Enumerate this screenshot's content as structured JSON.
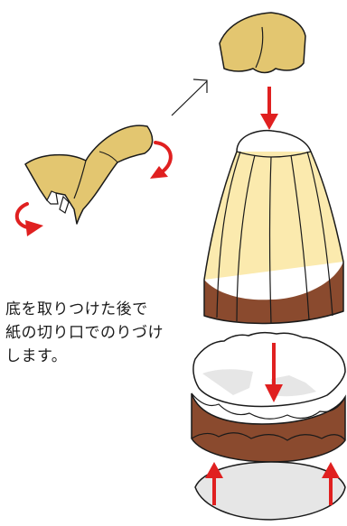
{
  "instruction": {
    "lines": [
      "底を取りつけた後で",
      "紙の切り口でのりづけ",
      "します。"
    ]
  },
  "colors": {
    "paper_tan": "#e3c670",
    "paper_cream": "#fbeaae",
    "chocolate": "#8a4a2e",
    "arrow_red": "#e02020",
    "base_gray": "#e6e6e6",
    "outline": "#1a1a1a"
  }
}
